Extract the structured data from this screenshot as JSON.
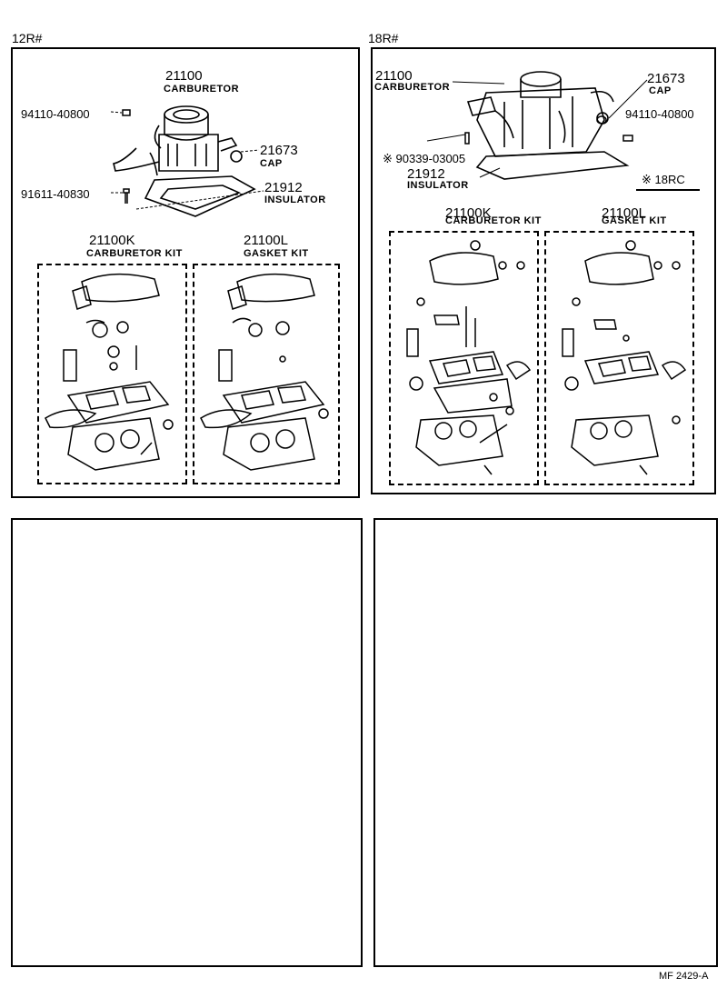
{
  "left_panel": {
    "label": "12R#",
    "carburetor": {
      "number": "21100",
      "name": "CARBURETOR"
    },
    "cap": {
      "number": "21673",
      "name": "CAP"
    },
    "insulator": {
      "number": "21912",
      "name": "INSULATOR"
    },
    "nut_part": "94110-40800",
    "stud_part": "91611-40830",
    "carb_kit": {
      "number": "21100K",
      "name": "CARBURETOR KIT"
    },
    "gasket_kit": {
      "number": "21100L",
      "name": "GASKET KIT"
    }
  },
  "right_panel": {
    "label": "18R#",
    "carburetor": {
      "number": "21100",
      "name": "CARBURETOR"
    },
    "cap": {
      "number": "21673",
      "name": "CAP"
    },
    "nut_part": "94110-40800",
    "pin_part": "※ 90339-03005",
    "insulator": {
      "number": "21912",
      "name": "INSULATOR"
    },
    "variant_note": "※ 18RC",
    "carb_kit": {
      "number": "21100K",
      "name": "CARBURETOR KIT"
    },
    "gasket_kit": {
      "number": "21100L",
      "name": "GASKET KIT"
    }
  },
  "footer": {
    "code": "MF  2429-A"
  }
}
